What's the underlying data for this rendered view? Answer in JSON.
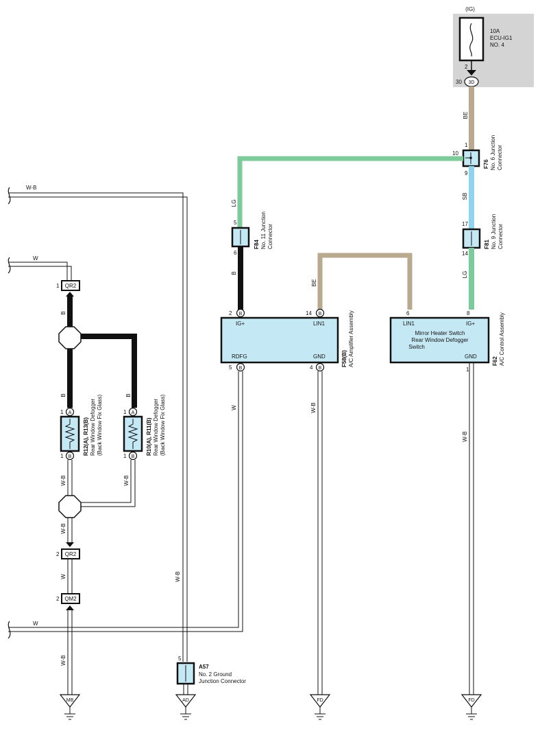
{
  "fuse": {
    "power_label": "(IG)",
    "rating": "10A",
    "name": "ECU-IG1",
    "number": "NO. 4",
    "pin_inner": "2",
    "pin_outer": "30",
    "connector": "3D"
  },
  "components": {
    "f76": {
      "code": "F76",
      "desc1": "No. 6 Junction",
      "desc2": "Connector",
      "pin_top": "1",
      "pin_left": "10",
      "pin_bottom": "9"
    },
    "f84": {
      "code": "F84",
      "desc1": "No. 11 Junction",
      "desc2": "Connector",
      "pin_top": "5",
      "pin_bottom": "6"
    },
    "f81": {
      "code": "F81",
      "desc1": "No. 9 Junction",
      "desc2": "Connector",
      "pin_top": "17",
      "pin_bottom": "14"
    },
    "f58": {
      "code": "F58(B)",
      "desc": "A/C Amplifier Assembly",
      "ig_label": "IG+",
      "lin_label": "LIN1",
      "rdfg_label": "RDFG",
      "gnd_label": "GND",
      "pin_ig": "2",
      "pin_lin": "14",
      "pin_rdfg": "5",
      "pin_gnd": "4",
      "pin_letter": "B"
    },
    "f62": {
      "code": "F62",
      "desc": "A/C Control Assembly",
      "lin_label": "LIN1",
      "ig_label": "IG+",
      "gnd_label": "GND",
      "line1": "Mirror Heater Switch",
      "line2": "Rear Window Defogger",
      "line3": "Switch",
      "pin_lin": "6",
      "pin_ig": "8",
      "pin_gnd": "1"
    },
    "r12": {
      "code": "R12(A), R13(B)",
      "desc1": "Rear Window Defogger",
      "desc2": "(Back Window Fix Glass)",
      "pin_top": "1",
      "letter_top": "A",
      "pin_bottom": "1",
      "letter_bottom": "B"
    },
    "r10": {
      "code": "R10(A), R11(B)",
      "desc1": "Rear Window Defogger",
      "desc2": "(Back Window Fix Glass)",
      "pin_top": "1",
      "letter_top": "A",
      "pin_bottom": "1",
      "letter_bottom": "B"
    },
    "qr2_top": {
      "code": "QR2",
      "pin": "1"
    },
    "qr2_bottom": {
      "code": "QR2",
      "pin": "2"
    },
    "qm2": {
      "code": "QM2",
      "pin": "2"
    },
    "a57": {
      "code": "A57",
      "desc1": "No. 2 Ground",
      "desc2": "Junction Connector",
      "pin": "5"
    }
  },
  "wires": {
    "be_top": "BE",
    "lg_left": "LG",
    "sb": "SB",
    "lg_right": "LG",
    "b_f84": "B",
    "be_lin": "BE",
    "w_rdfg": "W",
    "wb_f58_gnd": "W-B",
    "wb_f62_gnd": "W-B",
    "wb_top_left": "W-B",
    "w_upper_left": "W",
    "b_upper": "B",
    "b_r12": "B",
    "b_r10": "B",
    "wb_r12": "W-B",
    "wb_r10": "W-B",
    "wb_lower": "W-B",
    "w_lower": "W",
    "wb_vertical": "W-B",
    "w_bottom": "W",
    "wb_bottom": "W-B"
  },
  "grounds": [
    "MB",
    "AD",
    "FD",
    "FD"
  ],
  "colors": {
    "BE": "#b9a98f",
    "LG": "#7dcb9a",
    "SB": "#8fd3ee",
    "B": "#111111",
    "W": "#ffffff",
    "box_fill": "#c5e8f5",
    "fuse_shade": "#d4d4d4"
  }
}
